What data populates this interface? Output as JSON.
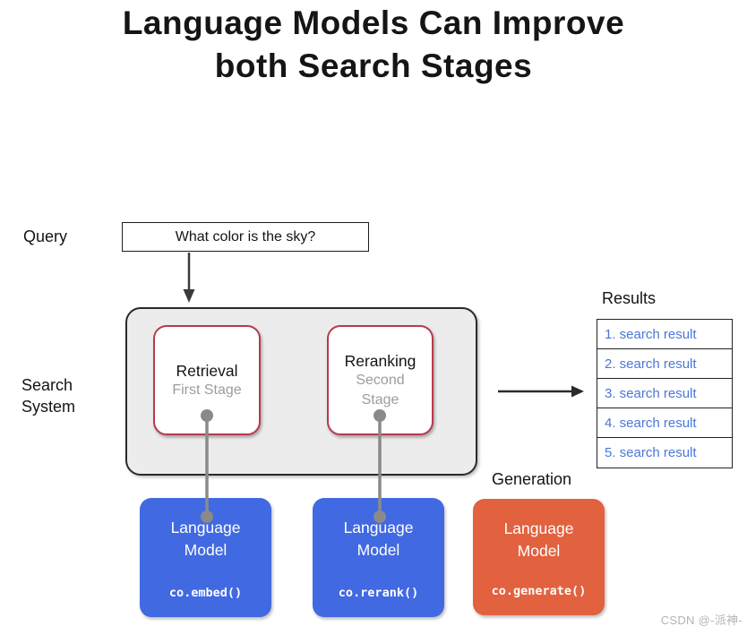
{
  "title": {
    "line1": "Language Models Can Improve",
    "line2": "both Search Stages"
  },
  "query": {
    "label": "Query",
    "text": "What color is the sky?"
  },
  "search_system": {
    "label": "Search System",
    "stages": [
      {
        "name": "Retrieval",
        "subtitle": "First Stage"
      },
      {
        "name": "Reranking",
        "subtitle": "Second Stage"
      }
    ]
  },
  "results": {
    "label": "Results",
    "items": [
      "1. search result",
      "2. search result",
      "3. search result",
      "4. search result",
      "5. search result"
    ]
  },
  "generation": {
    "label": "Generation"
  },
  "language_models": [
    {
      "name": "Language Model",
      "code": "co.embed()"
    },
    {
      "name": "Language Model",
      "code": "co.rerank()"
    },
    {
      "name": "Language Model",
      "code": "co.generate()"
    }
  ],
  "watermark": "CSDN @-派神-",
  "colors": {
    "lm_blue": "#4169e1",
    "lm_orange": "#e2613f",
    "stage_border_red": "#b83a4b",
    "result_link_blue": "#4b76d8",
    "connector_gray": "#8a8a8a",
    "system_box_fill": "#ececec"
  }
}
